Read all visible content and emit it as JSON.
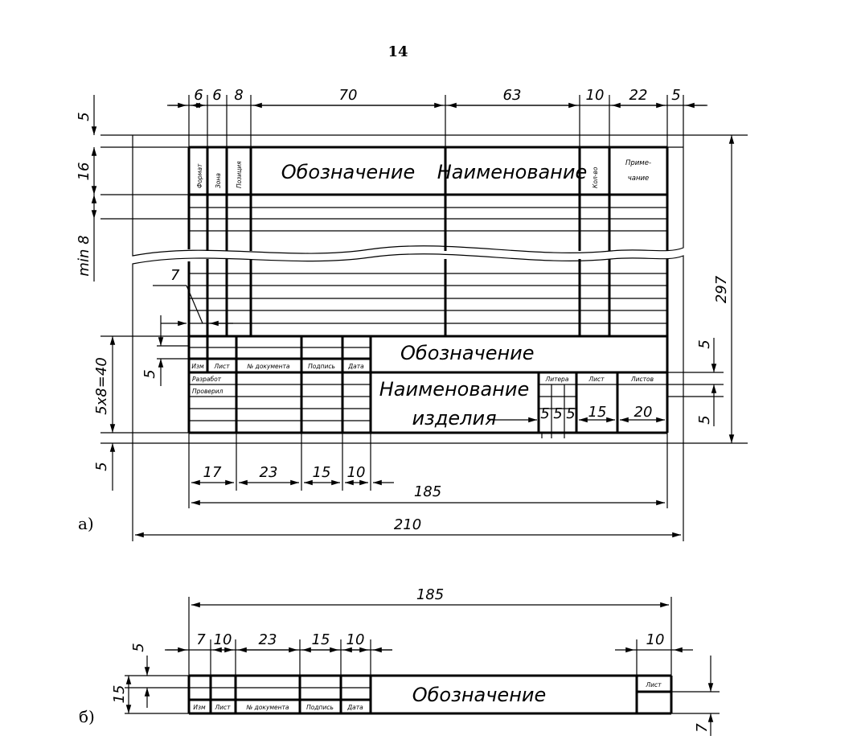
{
  "page_number": "14",
  "figure_a": {
    "label": "а)",
    "top_dims": [
      "6",
      "6",
      "8",
      "70",
      "63",
      "10",
      "22",
      "5"
    ],
    "left_dims": {
      "top_margin": "5",
      "header_row": "16",
      "row_min": "min 8",
      "stamp_height": "5x8=40",
      "bottom_margin": "5",
      "stamp_row": "5"
    },
    "leader_dim": "7",
    "right_dims": {
      "height": "297",
      "row1": "5",
      "row2": "5"
    },
    "header_cols": [
      "Формат",
      "Зона",
      "Позиция",
      "Обозначение",
      "Наименование",
      "Кол-во",
      "Приме-чание"
    ],
    "stamp": {
      "designation": "Обозначение",
      "product_name_line1": "Наименование",
      "product_name_line2": "изделия",
      "col_headers": [
        "Изм",
        "Лист",
        "№ документа",
        "Подпись",
        "Дата"
      ],
      "row_labels": [
        "Разработ",
        "Проверил"
      ],
      "litera": "Литера",
      "sheet": "Лист",
      "sheets": "Листов",
      "litera_cells": [
        "5",
        "5",
        "5"
      ],
      "sheet_width": "15",
      "sheets_width": "20"
    },
    "bottom_dims": [
      "17",
      "23",
      "15",
      "10"
    ],
    "width_frame": "185",
    "width_total": "210"
  },
  "figure_b": {
    "label": "б)",
    "width": "185",
    "top_dims": [
      "7",
      "10",
      "23",
      "15",
      "10"
    ],
    "right_dim": "10",
    "left_dims": {
      "top": "5",
      "height": "15"
    },
    "right_side_dim": "7",
    "designation": "Обозначение",
    "sheet": "Лист",
    "col_headers": [
      "Изм",
      "Лист",
      "№ документа",
      "Подпись",
      "Дата"
    ]
  }
}
